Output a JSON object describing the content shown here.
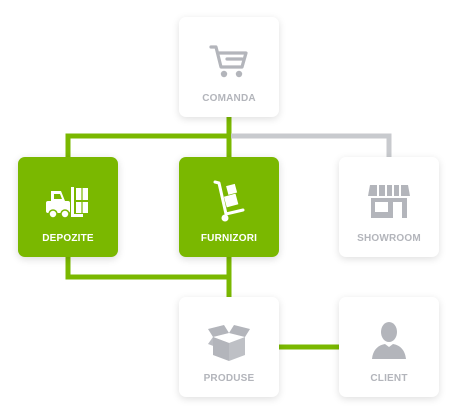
{
  "colors": {
    "accent": "#7ab800",
    "inactive_icon": "#b3b5bb",
    "inactive_label": "#b3b5bb",
    "gray_connector": "#c8cace",
    "card_background": "#ffffff"
  },
  "nodes": {
    "comanda": {
      "label": "COMANDA",
      "icon": "shopping-cart-icon",
      "active": false
    },
    "depozite": {
      "label": "DEPOZITE",
      "icon": "forklift-icon",
      "active": true
    },
    "furnizori": {
      "label": "FURNIZORI",
      "icon": "hand-truck-icon",
      "active": true
    },
    "showroom": {
      "label": "SHOWROOM",
      "icon": "storefront-icon",
      "active": false
    },
    "produse": {
      "label": "PRODUSE",
      "icon": "open-box-icon",
      "active": false
    },
    "client": {
      "label": "CLIENT",
      "icon": "user-icon",
      "active": false
    }
  },
  "connections": [
    {
      "from": "comanda",
      "to": "depozite",
      "color": "accent"
    },
    {
      "from": "comanda",
      "to": "furnizori",
      "color": "accent"
    },
    {
      "from": "comanda",
      "to": "showroom",
      "color": "gray"
    },
    {
      "from": "depozite",
      "to": "produse",
      "color": "accent"
    },
    {
      "from": "furnizori",
      "to": "produse",
      "color": "accent"
    },
    {
      "from": "produse",
      "to": "client",
      "color": "accent"
    }
  ]
}
